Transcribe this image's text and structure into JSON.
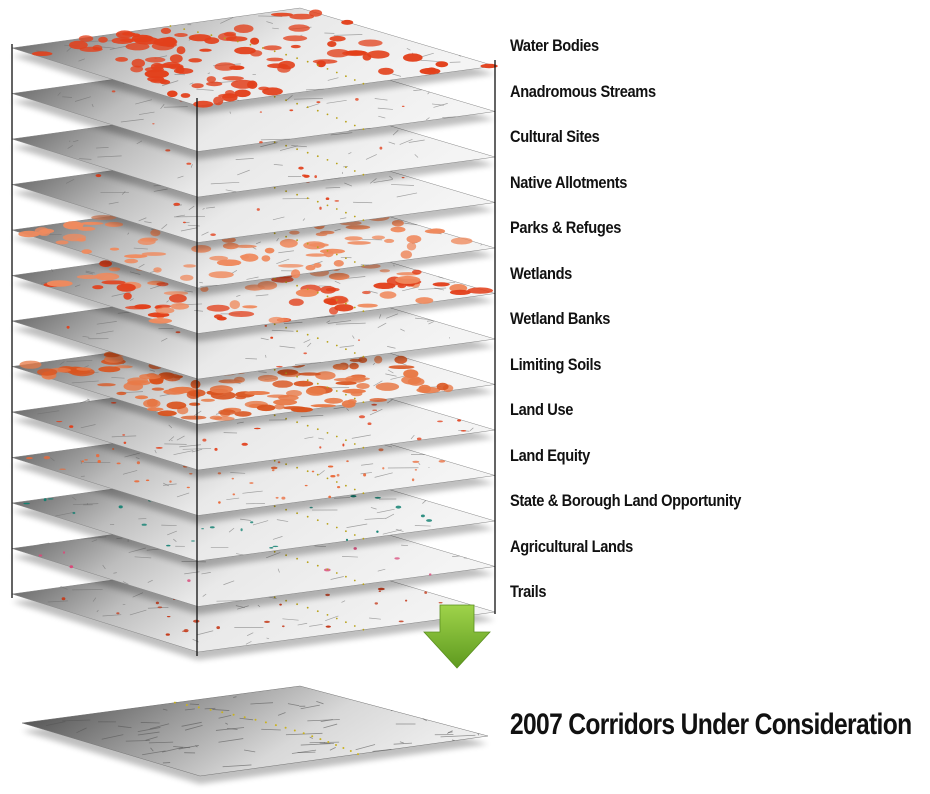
{
  "layers": [
    {
      "label": "Water Bodies",
      "colors": [
        "#e2401b"
      ],
      "amount": 0.35
    },
    {
      "label": "Anadromous Streams",
      "colors": [
        "#e2401b"
      ],
      "amount": 0.03
    },
    {
      "label": "Cultural Sites",
      "colors": [
        "#e2401b"
      ],
      "amount": 0.02
    },
    {
      "label": "Native Allotments",
      "colors": [
        "#e2401b"
      ],
      "amount": 0.03
    },
    {
      "label": "Parks & Refuges",
      "colors": [
        "#ef8a5e"
      ],
      "amount": 0.3
    },
    {
      "label": "Wetlands",
      "colors": [
        "#e2401b",
        "#ef8a5e"
      ],
      "amount": 0.35
    },
    {
      "label": "Wetland Banks",
      "colors": [
        "#e2401b"
      ],
      "amount": 0.02
    },
    {
      "label": "Limiting Soils",
      "colors": [
        "#e87a48",
        "#d9541f"
      ],
      "amount": 0.55
    },
    {
      "label": "Land Use",
      "colors": [
        "#e2401b"
      ],
      "amount": 0.1
    },
    {
      "label": "Land Equity",
      "colors": [
        "#ea6a3a"
      ],
      "amount": 0.2
    },
    {
      "label": "State & Borough Land Opportunity",
      "colors": [
        "#0f7f70"
      ],
      "amount": 0.12
    },
    {
      "label": "Agricultural Lands",
      "colors": [
        "#d94a7a"
      ],
      "amount": 0.04
    },
    {
      "label": "Trails",
      "colors": [
        "#c43a1a"
      ],
      "amount": 0.08
    }
  ],
  "arrow_color": "#7cb82f",
  "result": {
    "label": "2007 Corridors Under Consideration"
  }
}
